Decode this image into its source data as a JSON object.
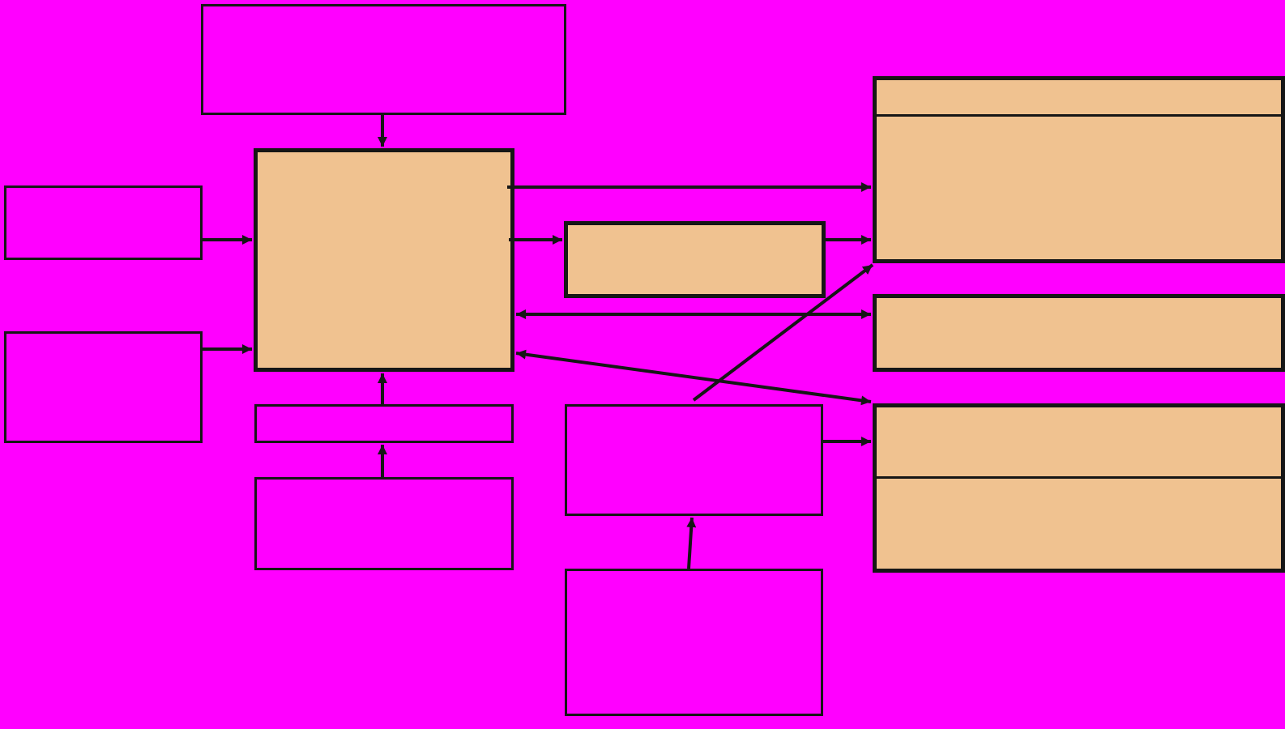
{
  "diagram": {
    "title": "",
    "background_color": "#ff00ff",
    "stroke_color": "#161616",
    "fill_colors": {
      "empty": "#ff00ff",
      "filled": "#f0c290"
    },
    "nodes": [
      {
        "id": "n-top",
        "label": "",
        "style": "empty",
        "compartments": 1
      },
      {
        "id": "n-left-1",
        "label": "",
        "style": "empty",
        "compartments": 1
      },
      {
        "id": "n-left-2",
        "label": "",
        "style": "empty",
        "compartments": 1
      },
      {
        "id": "n-core",
        "label": "",
        "style": "filled",
        "compartments": 1
      },
      {
        "id": "n-under-1",
        "label": "",
        "style": "empty",
        "compartments": 1
      },
      {
        "id": "n-under-2",
        "label": "",
        "style": "empty",
        "compartments": 1
      },
      {
        "id": "n-middle",
        "label": "",
        "style": "filled",
        "compartments": 1
      },
      {
        "id": "n-lower-mid",
        "label": "",
        "style": "empty",
        "compartments": 1
      },
      {
        "id": "n-bottom-mid",
        "label": "",
        "style": "empty",
        "compartments": 1
      },
      {
        "id": "n-right-1",
        "label": "",
        "style": "filled",
        "compartments": 2
      },
      {
        "id": "n-right-2",
        "label": "",
        "style": "filled",
        "compartments": 1
      },
      {
        "id": "n-right-3",
        "label": "",
        "style": "filled",
        "compartments": 2
      }
    ],
    "edges": [
      {
        "from": "n-top",
        "to": "n-core",
        "direction": "forward"
      },
      {
        "from": "n-left-1",
        "to": "n-core",
        "direction": "forward"
      },
      {
        "from": "n-left-2",
        "to": "n-core",
        "direction": "forward"
      },
      {
        "from": "n-under-1",
        "to": "n-core",
        "direction": "forward"
      },
      {
        "from": "n-under-2",
        "to": "n-under-1",
        "direction": "forward"
      },
      {
        "from": "n-core",
        "to": "n-right-1",
        "direction": "forward"
      },
      {
        "from": "n-core",
        "to": "n-middle",
        "direction": "forward"
      },
      {
        "from": "n-middle",
        "to": "n-right-1",
        "direction": "forward"
      },
      {
        "from": "n-core",
        "to": "n-right-2",
        "direction": "both"
      },
      {
        "from": "n-core",
        "to": "n-right-3",
        "direction": "both"
      },
      {
        "from": "n-lower-mid",
        "to": "n-right-1",
        "direction": "forward"
      },
      {
        "from": "n-lower-mid",
        "to": "n-right-3",
        "direction": "forward"
      },
      {
        "from": "n-bottom-mid",
        "to": "n-lower-mid",
        "direction": "forward"
      }
    ]
  }
}
